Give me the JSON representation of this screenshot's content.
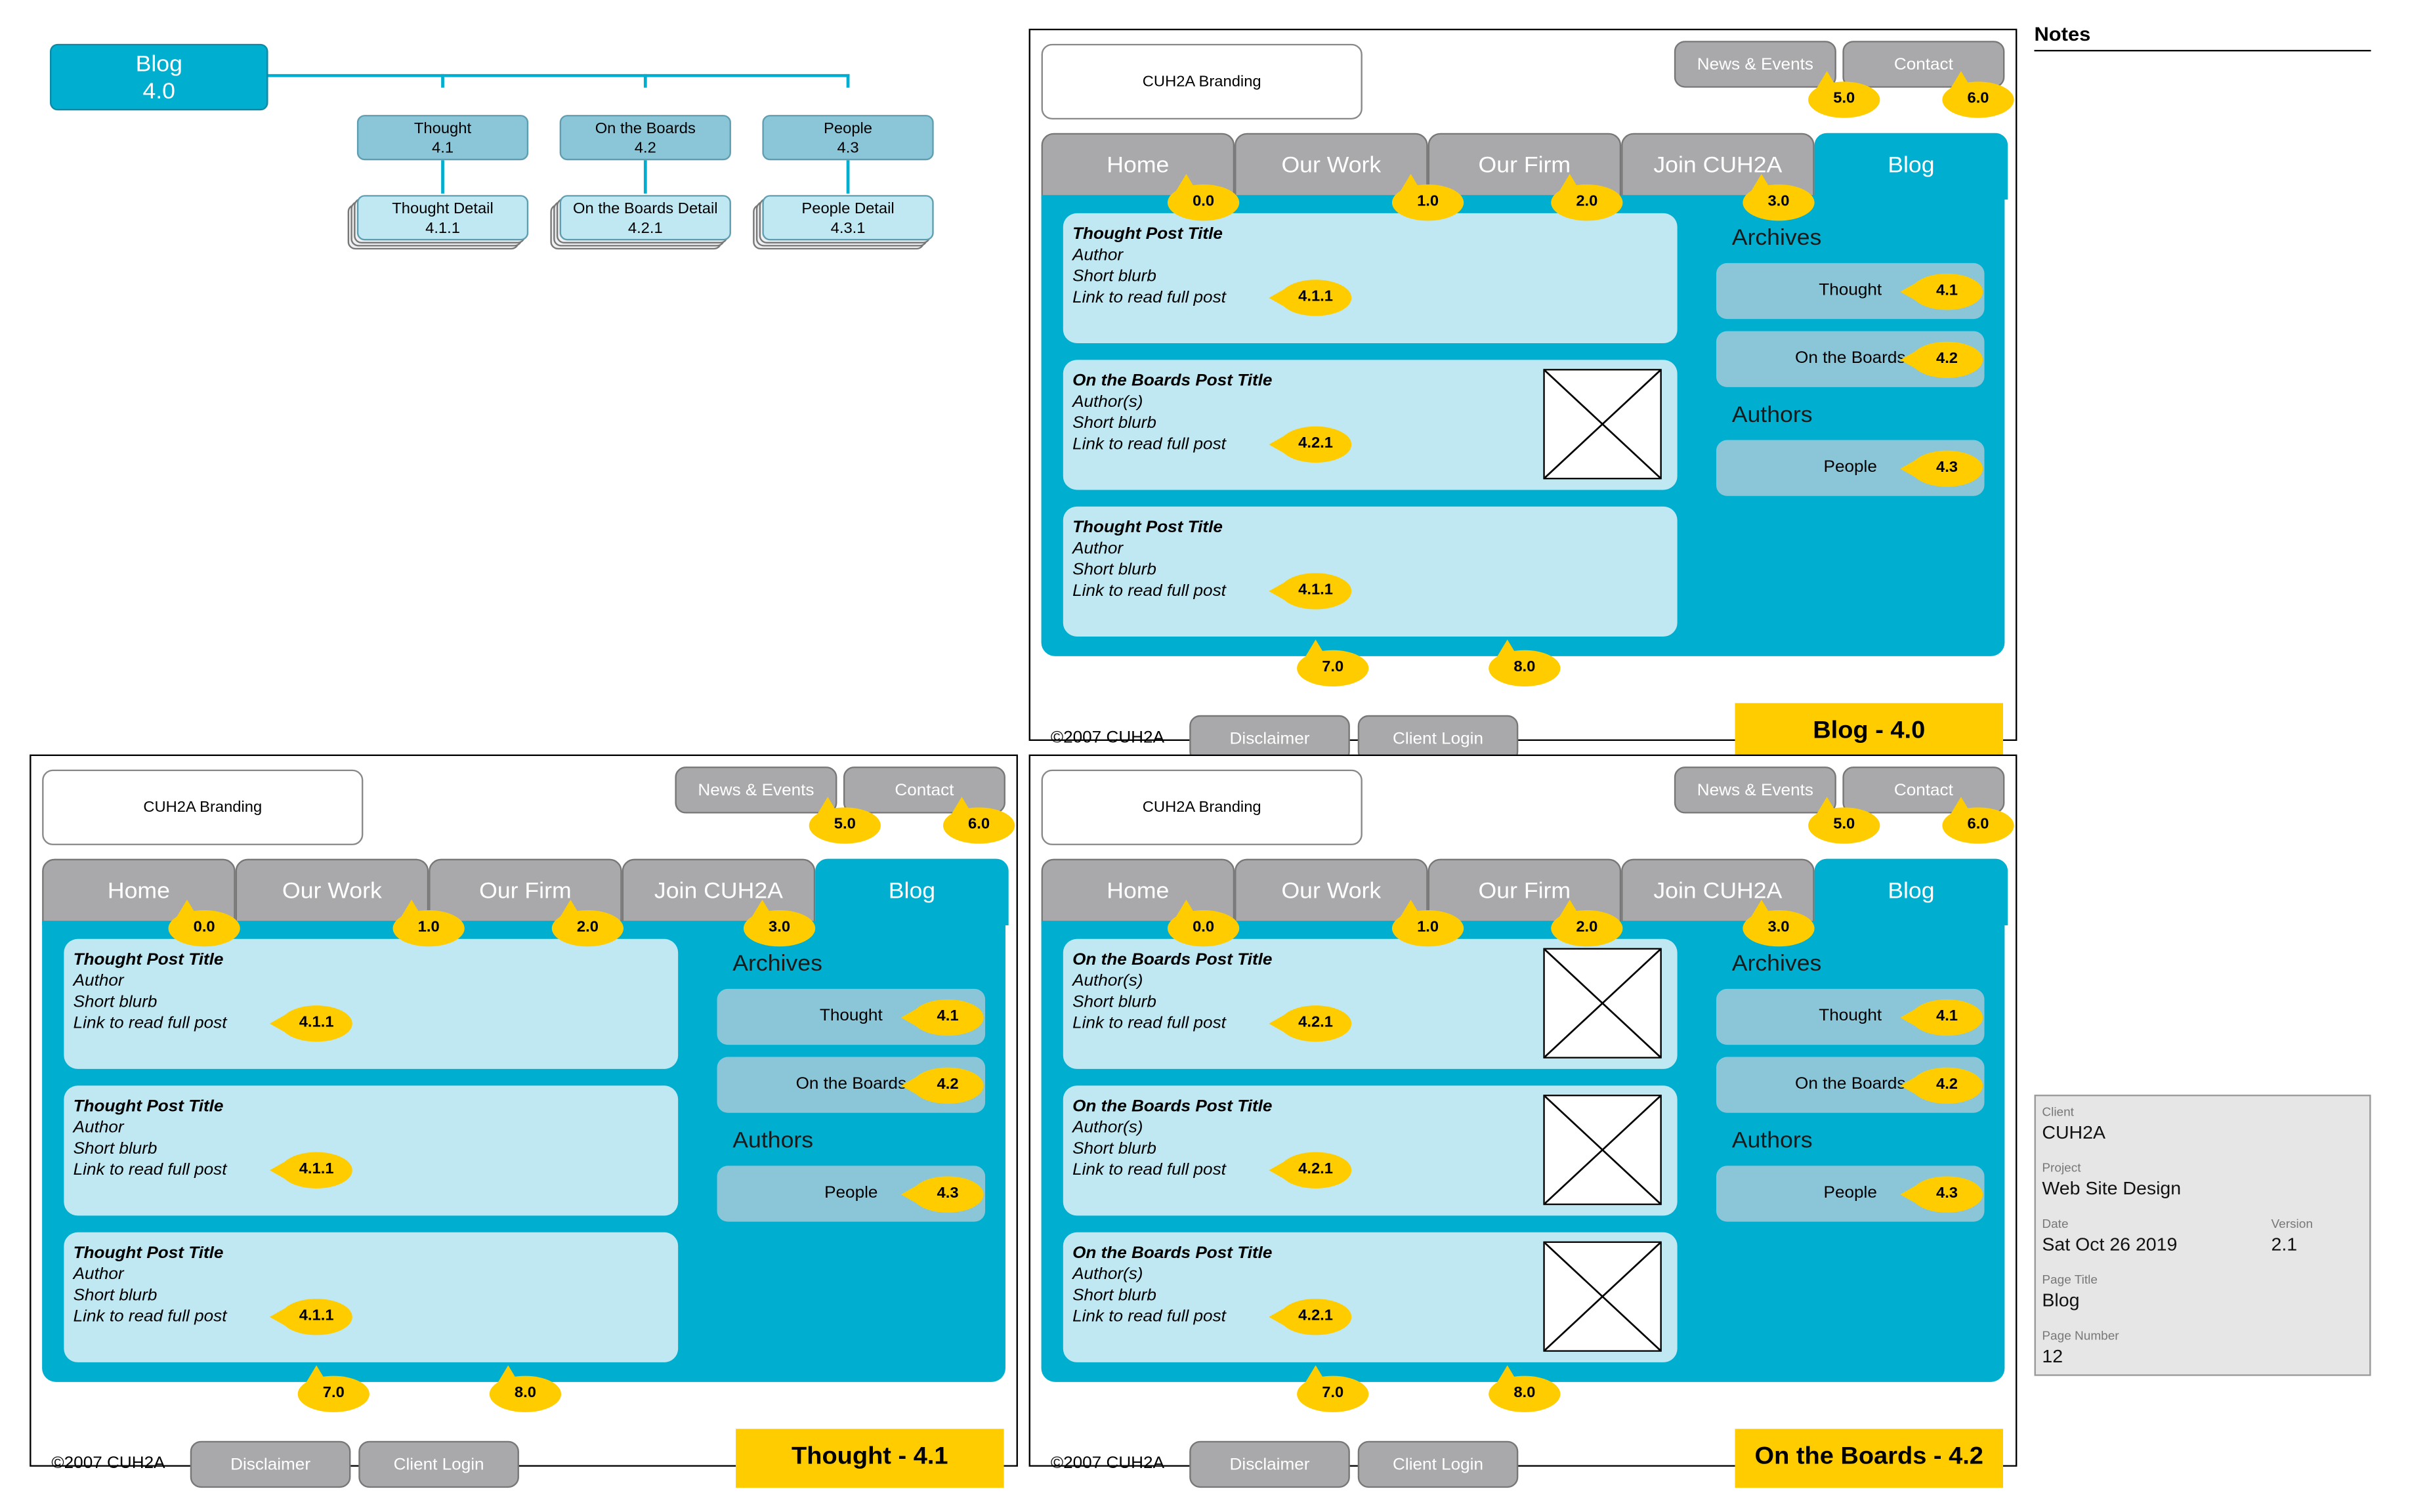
{
  "sitemap": {
    "root": {
      "label": "Blog",
      "num": "4.0"
    },
    "nodes": [
      {
        "label": "Thought",
        "num": "4.1",
        "detail_label": "Thought Detail",
        "detail_num": "4.1.1"
      },
      {
        "label": "On the Boards",
        "num": "4.2",
        "detail_label": "On the Boards Detail",
        "detail_num": "4.2.1"
      },
      {
        "label": "People",
        "num": "4.3",
        "detail_label": "People Detail",
        "detail_num": "4.3.1"
      }
    ]
  },
  "common": {
    "branding": "CUH2A Branding",
    "utility": [
      {
        "label": "News & Events",
        "badge": "5.0"
      },
      {
        "label": "Contact",
        "badge": "6.0"
      }
    ],
    "tabs": [
      {
        "label": "Home",
        "badge": "0.0"
      },
      {
        "label": "Our Work",
        "badge": "1.0"
      },
      {
        "label": "Our Firm",
        "badge": "2.0"
      },
      {
        "label": "Join CUH2A",
        "badge": "3.0"
      },
      {
        "label": "Blog"
      }
    ],
    "archives_heading": "Archives",
    "authors_heading": "Authors",
    "side_buttons": [
      {
        "label": "Thought",
        "badge": "4.1"
      },
      {
        "label": "On the Boards",
        "badge": "4.2"
      },
      {
        "label": "People",
        "badge": "4.3"
      }
    ],
    "copyright": "©2007 CUH2A",
    "footer": [
      {
        "label": "Disclaimer",
        "badge": "7.0"
      },
      {
        "label": "Client Login",
        "badge": "8.0"
      }
    ]
  },
  "panels": [
    {
      "page_label": "Blog - 4.0",
      "posts": [
        {
          "title": "Thought Post Title",
          "author": "Author",
          "blurb": "Short blurb",
          "link": "Link to read full post",
          "badge": "4.1.1",
          "image": false
        },
        {
          "title": "On the Boards Post Title",
          "author": "Author(s)",
          "blurb": "Short blurb",
          "link": "Link to read full post",
          "badge": "4.2.1",
          "image": true
        },
        {
          "title": "Thought Post Title",
          "author": "Author",
          "blurb": "Short blurb",
          "link": "Link to read full post",
          "badge": "4.1.1",
          "image": false
        }
      ]
    },
    {
      "page_label": "Thought - 4.1",
      "posts": [
        {
          "title": "Thought Post Title",
          "author": "Author",
          "blurb": "Short blurb",
          "link": "Link to read full post",
          "badge": "4.1.1",
          "image": false
        },
        {
          "title": "Thought Post Title",
          "author": "Author",
          "blurb": "Short blurb",
          "link": "Link to read full post",
          "badge": "4.1.1",
          "image": false
        },
        {
          "title": "Thought Post Title",
          "author": "Author",
          "blurb": "Short blurb",
          "link": "Link to read full post",
          "badge": "4.1.1",
          "image": false
        }
      ]
    },
    {
      "page_label": "On the Boards - 4.2",
      "posts": [
        {
          "title": "On the Boards Post Title",
          "author": "Author(s)",
          "blurb": "Short blurb",
          "link": "Link to read full post",
          "badge": "4.2.1",
          "image": true
        },
        {
          "title": "On the Boards Post Title",
          "author": "Author(s)",
          "blurb": "Short blurb",
          "link": "Link to read full post",
          "badge": "4.2.1",
          "image": true
        },
        {
          "title": "On the Boards Post Title",
          "author": "Author(s)",
          "blurb": "Short blurb",
          "link": "Link to read full post",
          "badge": "4.2.1",
          "image": true
        }
      ]
    }
  ],
  "notes": {
    "title": "Notes"
  },
  "info": {
    "client_label": "Client",
    "client": "CUH2A",
    "project_label": "Project",
    "project": "Web Site Design",
    "date_label": "Date",
    "date": "Sat Oct 26 2019",
    "version_label": "Version",
    "version": "2.1",
    "page_title_label": "Page Title",
    "page_title": "Blog",
    "page_number_label": "Page Number",
    "page_number": "12"
  },
  "colors": {
    "accent": "#00aed0",
    "callout": "#ffcc00",
    "tab_gray": "#a9a9ab",
    "light_blue": "#bfe8f3",
    "mid_blue": "#8ac6d8"
  }
}
